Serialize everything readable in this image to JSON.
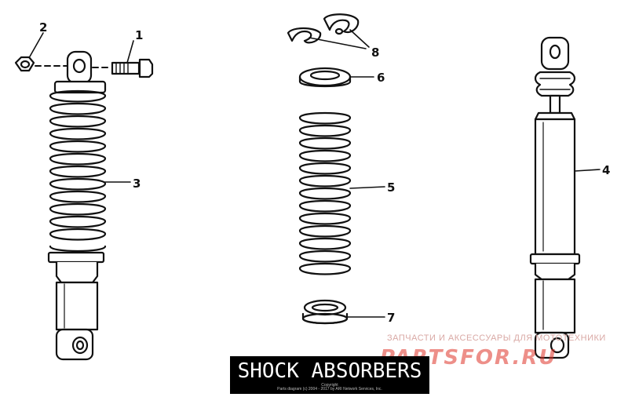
{
  "diagram": {
    "title": "SHOCK ABSORBERS",
    "copyright_line1": "Copyright",
    "copyright_line2": "Parts diagram (c) 2004 - 2017 by ARI Network Services, Inc.",
    "callouts": [
      "1",
      "2",
      "3",
      "4",
      "5",
      "6",
      "7",
      "8"
    ]
  },
  "watermark": {
    "tagline": "ЗАПЧАСТИ И АКСЕССУАРЫ ДЛЯ МОТОТЕХНИКИ",
    "logo": "PARTSFOR.RU"
  },
  "colors": {
    "ink": "#111111",
    "title_bg": "#000000",
    "watermark_red": "#e0342a"
  }
}
